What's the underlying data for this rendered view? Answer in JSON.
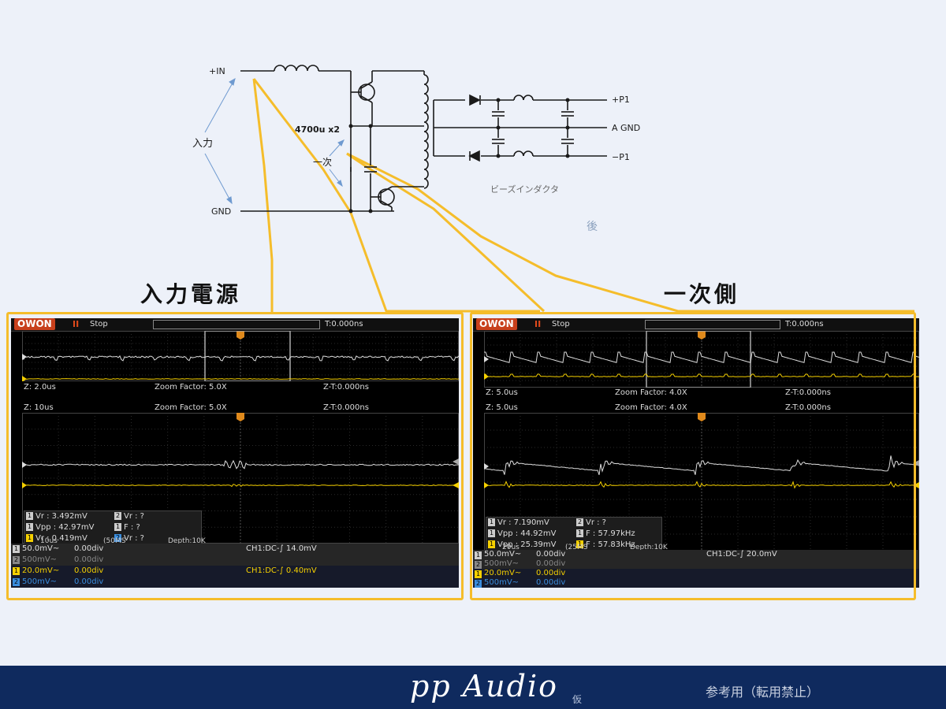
{
  "circuit": {
    "in_plus": "+IN",
    "gnd": "GND",
    "input_label": "入力",
    "cap_label": "4700u x2",
    "primary_label": "一次",
    "out_plus": "+P1",
    "agnd": "A GND",
    "out_minus": "−P1",
    "bead_label": "ビーズインダクタ",
    "after_label": "後"
  },
  "headings": {
    "left": "入力電源",
    "right": "一次側"
  },
  "scopes": [
    {
      "brand": "OWON",
      "state": "Stop",
      "time": "T:0.000ns",
      "top_zoom": {
        "z": "Z: 2.0us",
        "factor": "Zoom Factor: 5.0X",
        "zt": "Z-T:0.000ns"
      },
      "bottom_zoom": {
        "z": "Z: 10us",
        "factor": "Zoom Factor: 5.0X",
        "zt": "Z-T:0.000ns"
      },
      "measurements": [
        {
          "ch": "1",
          "color": "#dddddd",
          "text": "Vr : 3.492mV"
        },
        {
          "ch": "2",
          "color": "#dddddd",
          "text": "Vr :    ?"
        },
        {
          "ch": "1",
          "color": "#dddddd",
          "text": "Vpp : 42.97mV"
        },
        {
          "ch": "1",
          "color": "#dddddd",
          "text": "F :    ?"
        },
        {
          "ch": "1",
          "color": "#f5d000",
          "text": "Vr : 0.419mV"
        },
        {
          "ch": "2",
          "color": "#3a8ddd",
          "text": "Vr :    ?"
        }
      ],
      "overlap_text": [
        "10us",
        "(50MS",
        "Depth:10K"
      ],
      "channels": [
        {
          "ch": "1",
          "color": "#dddddd",
          "tagcolor": "#cccccc",
          "label": "50.0mV~",
          "offset": "0.00div",
          "trigger": "CH1:DC-∫ 14.0mV",
          "tcolor": "#dddddd",
          "bg": "#262626"
        },
        {
          "ch": "2",
          "color": "#888888",
          "tagcolor": "#888888",
          "label": "500mV~",
          "offset": "0.00div",
          "trigger": "",
          "tcolor": "#888",
          "bg": "#262626"
        },
        {
          "ch": "1",
          "color": "#f5d000",
          "tagcolor": "#f5d000",
          "label": "20.0mV~",
          "offset": "0.00div",
          "trigger": "CH1:DC-∫ 0.40mV",
          "tcolor": "#f5d000",
          "bg": "#161a2a"
        },
        {
          "ch": "2",
          "color": "#3a8ddd",
          "tagcolor": "#3a8ddd",
          "label": "500mV~",
          "offset": "0.00div",
          "trigger": "",
          "tcolor": "#3a8ddd",
          "bg": "#161a2a"
        }
      ]
    },
    {
      "brand": "OWON",
      "state": "Stop",
      "time": "T:0.000ns",
      "top_zoom": {
        "z": "Z: 5.0us",
        "factor": "Zoom Factor: 4.0X",
        "zt": "Z-T:0.000ns"
      },
      "bottom_zoom": {
        "z": "Z: 5.0us",
        "factor": "Zoom Factor: 4.0X",
        "zt": "Z-T:0.000ns"
      },
      "measurements": [
        {
          "ch": "1",
          "color": "#dddddd",
          "text": "Vr : 7.190mV"
        },
        {
          "ch": "2",
          "color": "#dddddd",
          "text": "Vr :    ?"
        },
        {
          "ch": "1",
          "color": "#dddddd",
          "text": "Vpp : 44.92mV"
        },
        {
          "ch": "1",
          "color": "#dddddd",
          "text": "F : 57.97kHz"
        },
        {
          "ch": "1",
          "color": "#f5d000",
          "text": "Vpp : 25.39mV"
        },
        {
          "ch": "1",
          "color": "#f5d000",
          "text": "F : 57.83kHz"
        }
      ],
      "overlap_text": [
        "20us",
        "(25MS",
        "Depth:10K"
      ],
      "channels": [
        {
          "ch": "1",
          "color": "#dddddd",
          "tagcolor": "#cccccc",
          "label": "50.0mV~",
          "offset": "0.00div",
          "trigger": "CH1:DC-∫ 20.0mV",
          "tcolor": "#dddddd",
          "bg": "#262626"
        },
        {
          "ch": "2",
          "color": "#888888",
          "tagcolor": "#888888",
          "label": "500mV~",
          "offset": "0.00div",
          "trigger": "",
          "tcolor": "#888",
          "bg": "#262626"
        },
        {
          "ch": "1",
          "color": "#f5d000",
          "tagcolor": "#f5d000",
          "label": "20.0mV~",
          "offset": "0.00div",
          "trigger": "",
          "tcolor": "#f5d000",
          "bg": "#161a2a"
        },
        {
          "ch": "2",
          "color": "#3a8ddd",
          "tagcolor": "#3a8ddd",
          "label": "500mV~",
          "offset": "0.00div",
          "trigger": "",
          "tcolor": "#3a8ddd",
          "bg": "#161a2a"
        }
      ]
    }
  ],
  "footer": {
    "brand": "pp Audio",
    "sub": "仮",
    "notice": "参考用（転用禁止）"
  },
  "colors": {
    "callout": "#f5bd2b",
    "footer_bg": "#0f2a5e",
    "trace_white": "#dddddd",
    "trace_yellow": "#f5d000"
  }
}
